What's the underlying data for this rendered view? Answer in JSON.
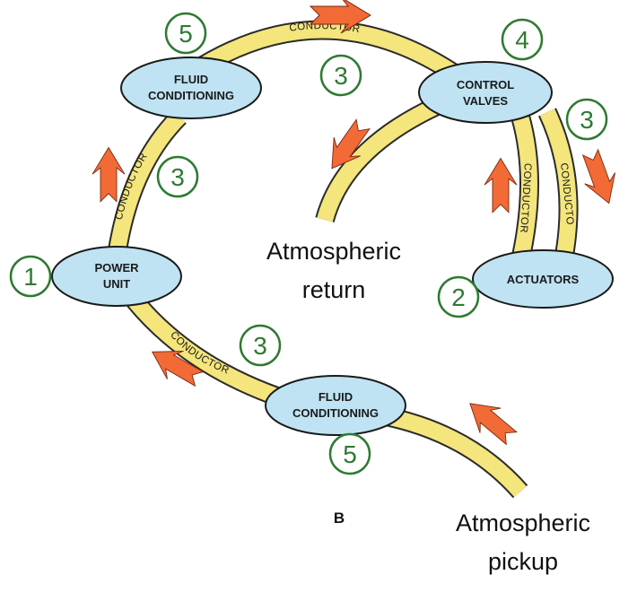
{
  "components": {
    "power_unit": [
      "POWER",
      "UNIT"
    ],
    "fluid_conditioning_top": [
      "FLUID",
      "CONDITIONING"
    ],
    "control_valves": [
      "CONTROL",
      "VALVES"
    ],
    "actuators": [
      "ACTUATORS"
    ],
    "fluid_conditioning_bottom": [
      "FLUID",
      "CONDITIONING"
    ]
  },
  "conductor_label": "CONDUCTOR",
  "markers": {
    "power_unit": "1",
    "actuators": "2",
    "conductor_top": "3",
    "conductor_left": "3",
    "conductor_bottom": "3",
    "conductor_right": "3",
    "control_valves": "4",
    "fluid_conditioning_top": "5",
    "fluid_conditioning_bottom": "5"
  },
  "annotations": {
    "atmospheric_return": [
      "Atmospheric",
      "return"
    ],
    "atmospheric_pickup": [
      "Atmospheric",
      "pickup"
    ]
  },
  "figure_letter": "B",
  "colors": {
    "conductor_fill": "#f4e57c",
    "conductor_edge": "#2b2b2b",
    "component_fill": "#bfe3f3",
    "arrow_fill": "#f26a35",
    "marker_green": "#2f7a32"
  }
}
